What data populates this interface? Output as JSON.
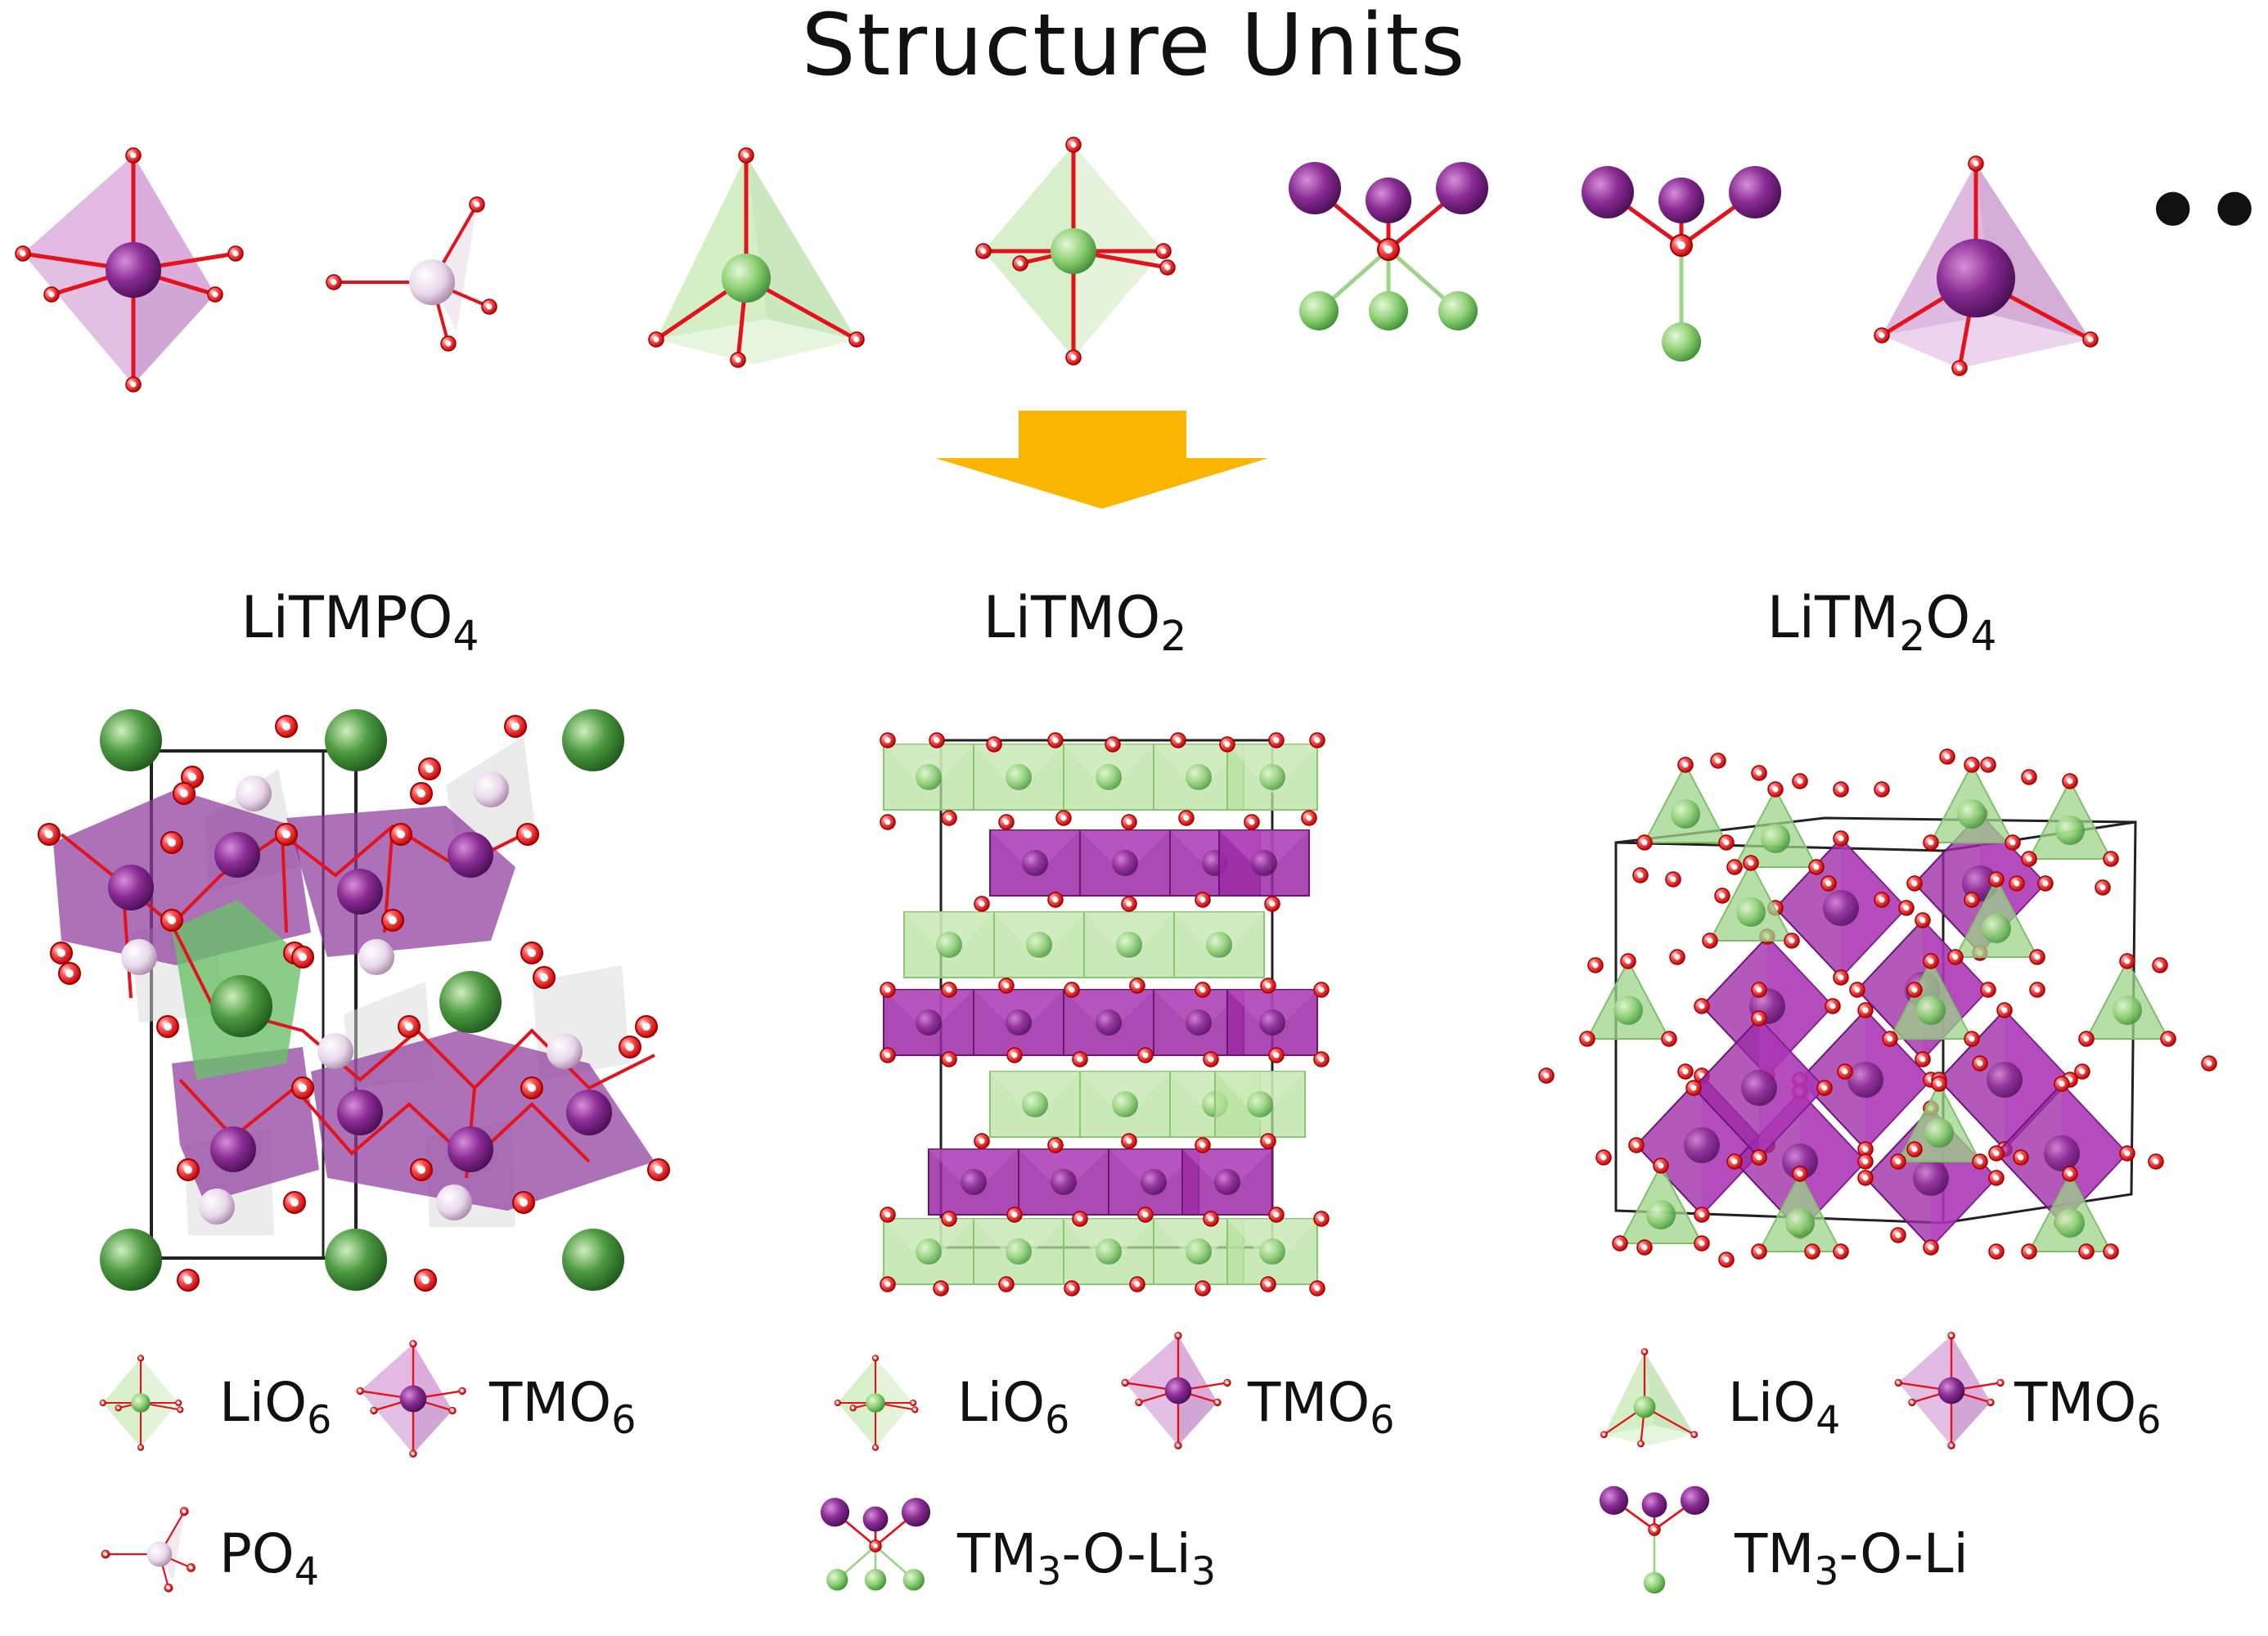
{
  "header": {
    "title": "Structure Units",
    "ellipsis": "•••"
  },
  "columns": [
    {
      "title": {
        "main": "LiTMPO",
        "sub": "4"
      },
      "legend": [
        {
          "main": "LiO",
          "sub": "6",
          "icon": "li-octahedron-icon"
        },
        {
          "main": "TMO",
          "sub": "6",
          "icon": "tm-octahedron-icon"
        },
        {
          "main": "PO",
          "sub": "4",
          "icon": "po4-tetrahedron-icon"
        }
      ]
    },
    {
      "title": {
        "main": "LiTMO",
        "sub": "2"
      },
      "legend": [
        {
          "main": "LiO",
          "sub": "6",
          "icon": "li-octahedron-icon"
        },
        {
          "main": "TMO",
          "sub": "6",
          "icon": "tm-octahedron-icon"
        },
        {
          "main": "TM",
          "sub": "3",
          "tail": "-O-Li",
          "sub2": "3",
          "icon": "tm3-o-li3-cluster-icon"
        }
      ]
    },
    {
      "title": {
        "main": "LiTM",
        "sub": "2",
        "tail": "O",
        "sub2": "4"
      },
      "legend": [
        {
          "main": "LiO",
          "sub": "4",
          "icon": "li-tetrahedron-icon"
        },
        {
          "main": "TMO",
          "sub": "6",
          "icon": "tm-octahedron-icon"
        },
        {
          "main": "TM",
          "sub": "3",
          "tail": "-O-Li",
          "sub2": "",
          "icon": "tm3-o-li-cluster-icon"
        }
      ]
    }
  ],
  "colors": {
    "li": "#6cc06a",
    "li_light": "#b8e2a0",
    "tm": "#7a2a86",
    "tm_light": "#c98ccc",
    "oxygen": "#e3121b",
    "phosphorus": "#e9d7ea",
    "arrow": "#f9b500",
    "cell_line": "#222222"
  }
}
